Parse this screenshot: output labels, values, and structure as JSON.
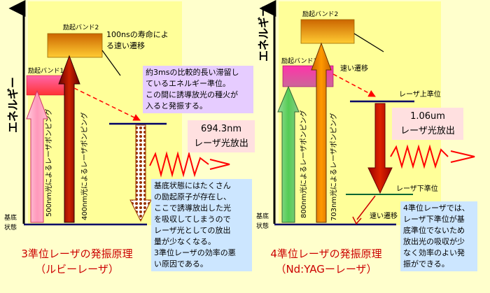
{
  "colors": {
    "page_bg": "#ffffcc",
    "panel_bg": "#ffff99",
    "level_line": "#000066",
    "laser_red": "#ff0000",
    "caption_red": "#cc0000",
    "note_blue": "#cce6ff",
    "note_purple": "#e6ccff",
    "note_pink": "#ffe0e0"
  },
  "left": {
    "axis_label": "エネルギー",
    "ground_label": [
      "基底",
      "状態"
    ],
    "band1_label": "励起バンド1",
    "band2_label": "励起バンド2",
    "pump1_label": "500nm光によるレーザポンピング",
    "pump2_label": "400nm光によるレーザポンピング",
    "decay_note": [
      "100nsの寿命によ",
      "る速い遷移"
    ],
    "meta_note": [
      "約3msの比較的長い滞留し",
      "ているエネルギー準位。",
      "この間に誘導放光の種火が",
      "入ると発振する。"
    ],
    "emission_label": [
      "694.3nm",
      "レーザ光放出"
    ],
    "ground_note": [
      "基底状態にはたくさん",
      "の励起原子が存在し、",
      "ここで誘導放出した光",
      "を吸収してしまうので",
      "レーザ光としての放出",
      "量が少なくなる。",
      "3準位レーザの効率の悪",
      "い原因である。"
    ],
    "caption": [
      "3準位レーザの発振原理",
      "（ルビーレーザ）"
    ]
  },
  "right": {
    "axis_label": "エネルギー",
    "ground_label": [
      "基底",
      "状態"
    ],
    "band1_label": "励起バンド1",
    "band2_label": "励起バンド2",
    "pump1_label": "800nm光によるレーザポンピング",
    "pump2_label": "703nm光によるレーザポンピング",
    "fast_decay_label": "速い遷移",
    "upper_level_label": "レーザ上準位",
    "lower_level_label": "レーザ下準位",
    "emission_label": [
      "1.06um",
      "レーザ光放出"
    ],
    "lower_fast_label": "速い遷移",
    "note": [
      "4準位レーザでは、",
      "レーザ下準位が基",
      "底準位でないため",
      "放出光の吸収が少",
      "なく効率のよい発",
      "振ができる。"
    ],
    "caption": [
      "4準位レーザの発振原理",
      "（Nd:YAGーレーザ）"
    ]
  }
}
